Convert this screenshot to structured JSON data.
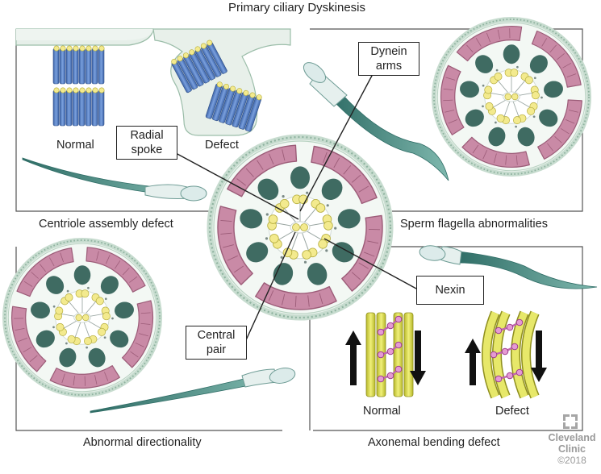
{
  "title": "Primary ciliary Dyskinesis",
  "panels": {
    "top_left": {
      "caption": "Centriole assembly defect",
      "normal_label": "Normal",
      "defect_label": "Defect"
    },
    "top_right": {
      "caption": "Sperm flagella abnormalities"
    },
    "bottom_left": {
      "caption": "Abnormal directionality"
    },
    "bottom_right": {
      "caption": "Axonemal bending defect",
      "normal_label": "Normal",
      "defect_label": "Defect"
    }
  },
  "callouts": {
    "dynein": [
      "Dynein",
      "arms"
    ],
    "radial": [
      "Radial",
      "spoke"
    ],
    "nexin": "Nexin",
    "central": [
      "Central",
      "pair"
    ]
  },
  "logo": {
    "line1": "Cleveland",
    "line2": "Clinic",
    "copyright": "©2018"
  },
  "colors": {
    "membrane": "#c7dccf",
    "membrane_dots": "#8fb3a0",
    "mitochondria": "#c98aa6",
    "mito_inner": "#9c5c78",
    "doublet": "#3f6b62",
    "dynein": "#f3ea8e",
    "microtubule_blue": "#5b84c9",
    "rod_yellow": "#dfe05a",
    "nexin_link": "#c265b0",
    "sperm_tail": "#4e8f86",
    "sperm_head": "#dcebea"
  }
}
